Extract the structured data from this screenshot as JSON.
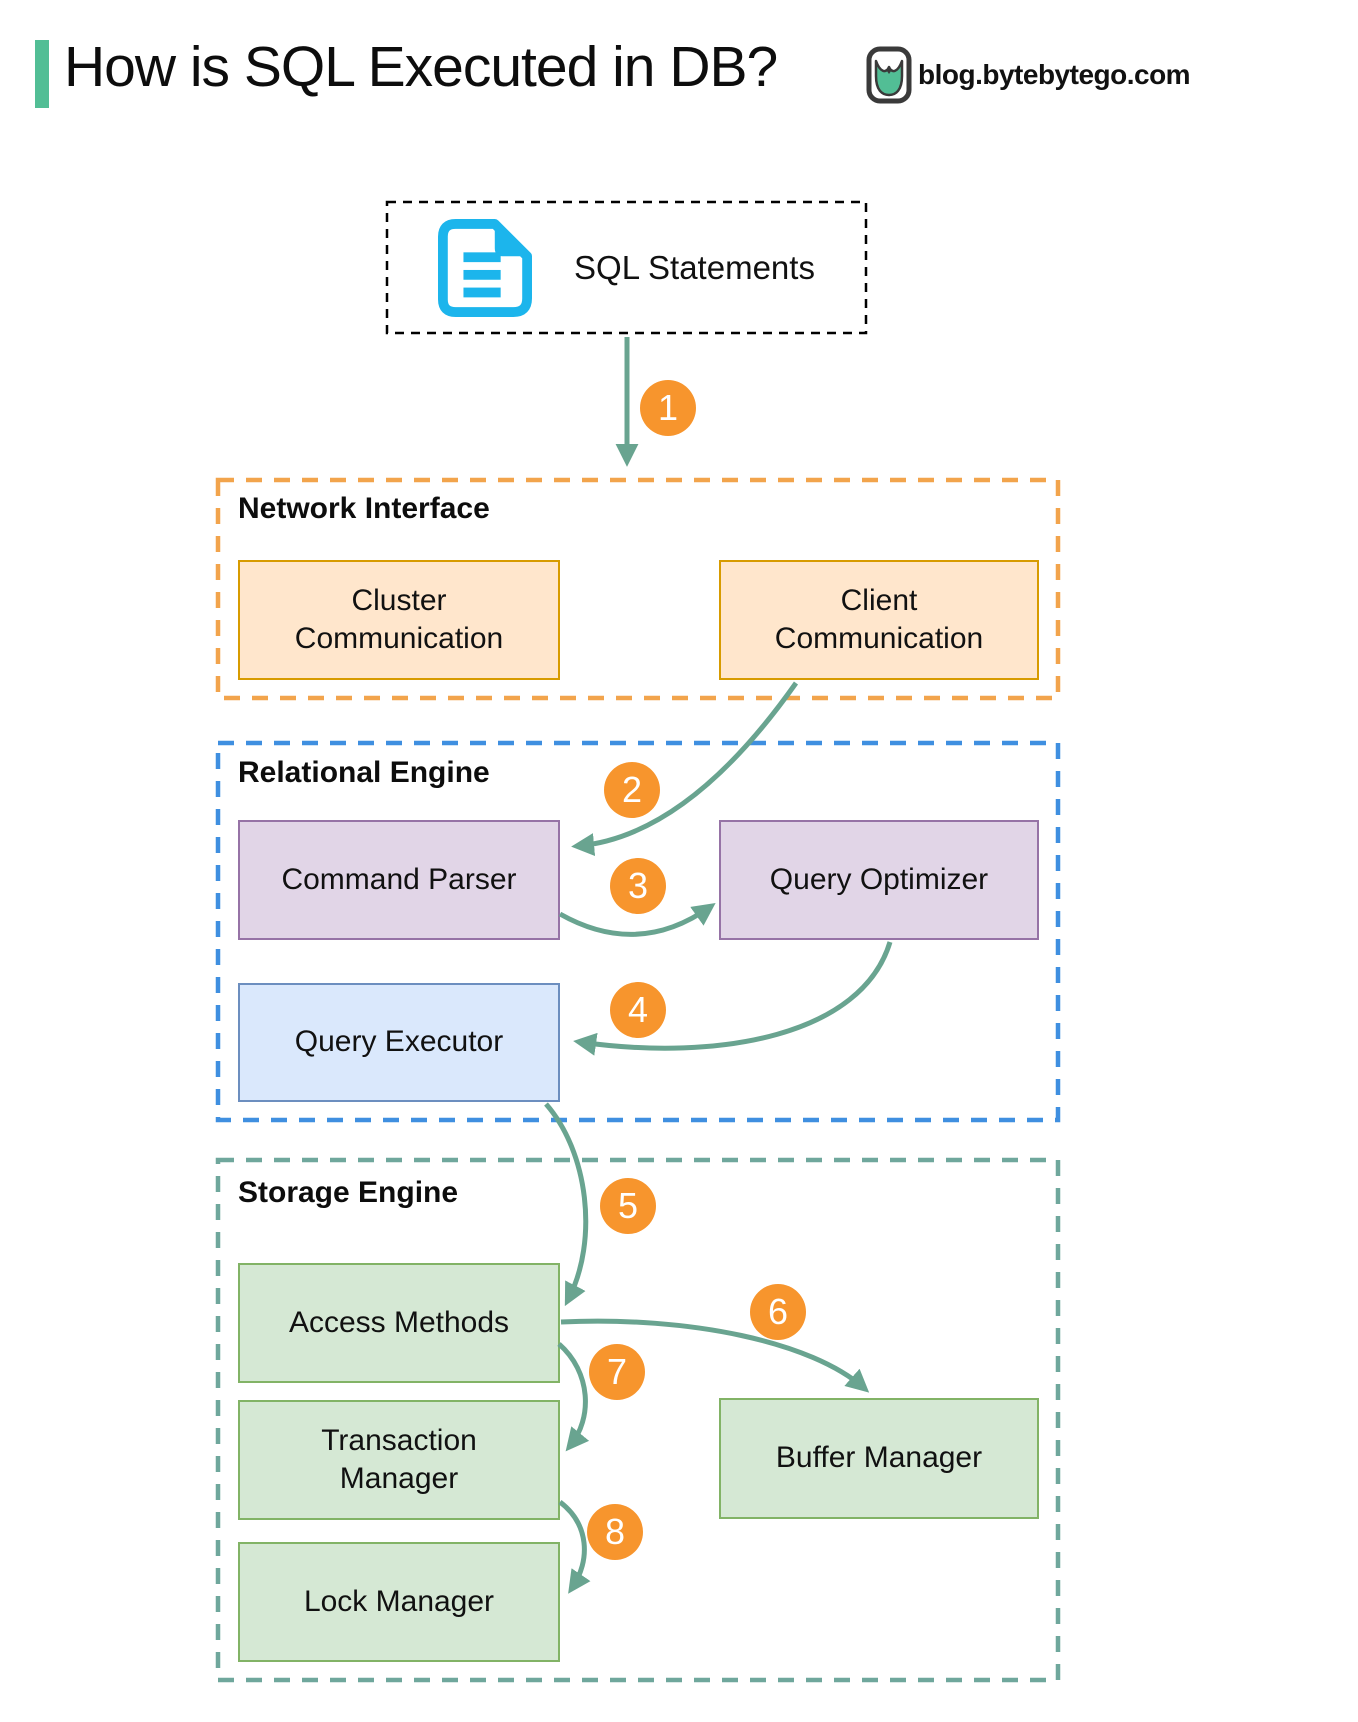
{
  "header": {
    "title": "How is SQL Executed in DB?",
    "site": "blog.bytebytego.com"
  },
  "input": {
    "label": "SQL Statements",
    "icon": "document-icon"
  },
  "sections": {
    "network": {
      "title": "Network Interface",
      "border_color": "#f2a44c"
    },
    "relational": {
      "title": "Relational Engine",
      "border_color": "#3f8fe0"
    },
    "storage": {
      "title": "Storage Engine",
      "border_color": "#6fa79c"
    }
  },
  "nodes": {
    "cluster": {
      "label": "Cluster\nCommunication",
      "fill": "#ffe6cc",
      "border": "#d79b00"
    },
    "client": {
      "label": "Client\nCommunication",
      "fill": "#ffe6cc",
      "border": "#d79b00"
    },
    "parser": {
      "label": "Command Parser",
      "fill": "#e1d5e7",
      "border": "#9673a6"
    },
    "optimizer": {
      "label": "Query Optimizer",
      "fill": "#e1d5e7",
      "border": "#9673a6"
    },
    "executor": {
      "label": "Query Executor",
      "fill": "#dae8fc",
      "border": "#6c8ebf"
    },
    "access": {
      "label": "Access Methods",
      "fill": "#d5e8d4",
      "border": "#82b366"
    },
    "transaction": {
      "label": "Transaction\nManager",
      "fill": "#d5e8d4",
      "border": "#82b366"
    },
    "lock": {
      "label": "Lock Manager",
      "fill": "#d5e8d4",
      "border": "#82b366"
    },
    "buffer": {
      "label": "Buffer Manager",
      "fill": "#d5e8d4",
      "border": "#82b366"
    }
  },
  "steps": [
    "1",
    "2",
    "3",
    "4",
    "5",
    "6",
    "7",
    "8"
  ],
  "colors": {
    "accent_bar": "#52be95",
    "arrow": "#69a490",
    "badge": "#f7952d",
    "document_icon": "#1cb5ec",
    "sql_box_border": "#000000"
  }
}
